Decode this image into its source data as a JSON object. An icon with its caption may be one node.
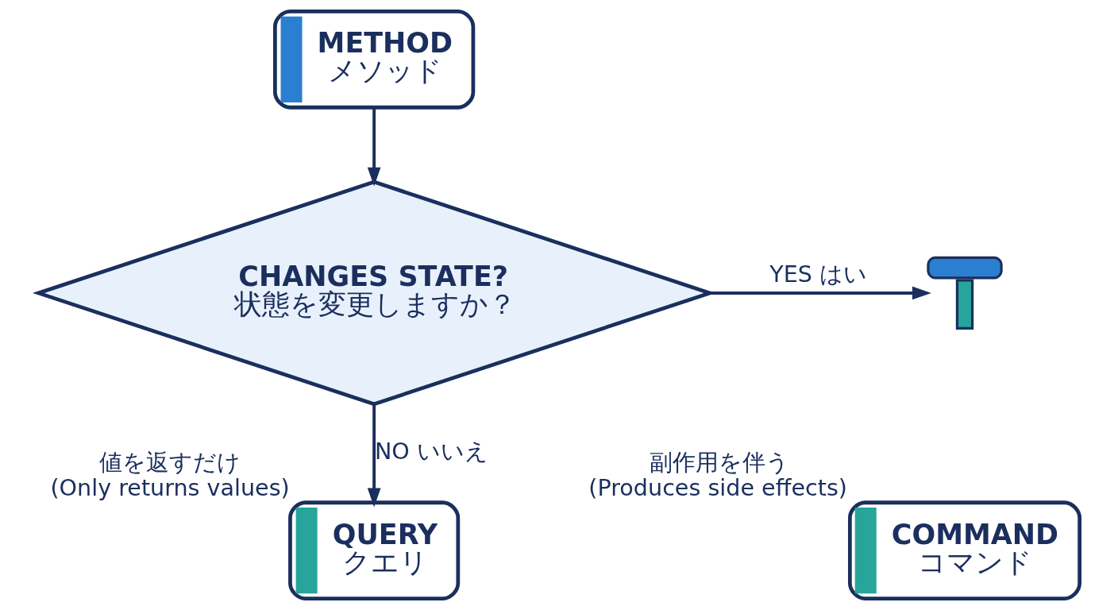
{
  "diagram": {
    "nodes": [
      {
        "text": [
          "METHOD",
          "メソッド"
        ]
      },
      {
        "text": [
          "CHANGES STATE?",
          "状態を変更しますか？"
        ]
      },
      {
        "text": [
          "QUERY",
          "クエリ"
        ],
        "beside": [
          "値を返すだけ",
          "(Only returns values)"
        ]
      },
      {
        "text": [],
        "shape": "picture"
      },
      {
        "text": [
          "COMMAND",
          "コマンド"
        ],
        "beside": [
          "副作用を伴う",
          "(Produces side effects)"
        ]
      }
    ],
    "edges": [
      {
        "from": 0,
        "to": 1,
        "arrow": "to"
      },
      {
        "from": 1,
        "to": 2,
        "arrow": "to",
        "label": "NO いいえ"
      },
      {
        "from": 1,
        "to": 3,
        "arrow": "to",
        "label": "YES はい"
      }
    ]
  }
}
